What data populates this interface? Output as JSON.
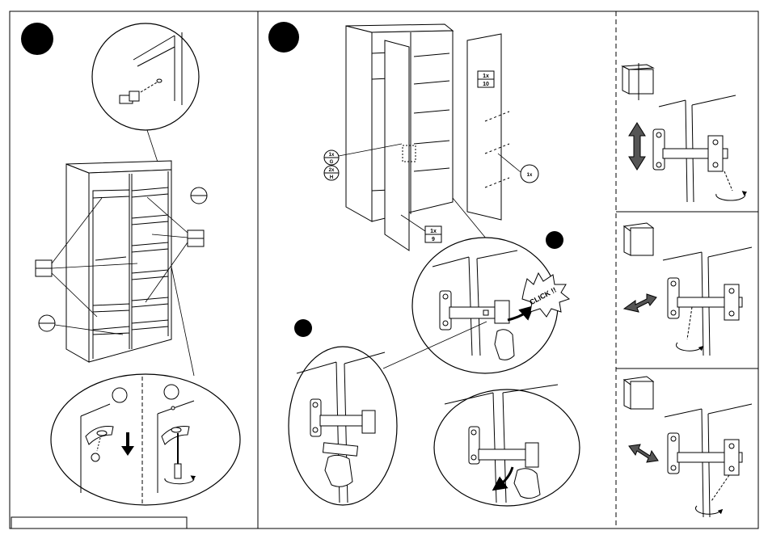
{
  "part_labels": {
    "door_left_qty": "1x",
    "door_left_part": "9",
    "door_right_qty": "1x",
    "door_right_part": "10",
    "hinge_g_qty": "1x",
    "hinge_g_part": "G",
    "hinge_h_qty": "2x",
    "hinge_h_part": "H",
    "pin_qty": "1x"
  },
  "callouts": {
    "click": "CLICK !!"
  },
  "colors": {
    "line": "#000000",
    "fill": "#ffffff",
    "marker": "#000000"
  },
  "icons": [
    "step-marker-icon",
    "cabinet-icon",
    "hinge-icon",
    "screwdriver-icon",
    "rotate-arrow-icon",
    "double-arrow-icon",
    "hand-icon",
    "shelf-pin-icon"
  ]
}
